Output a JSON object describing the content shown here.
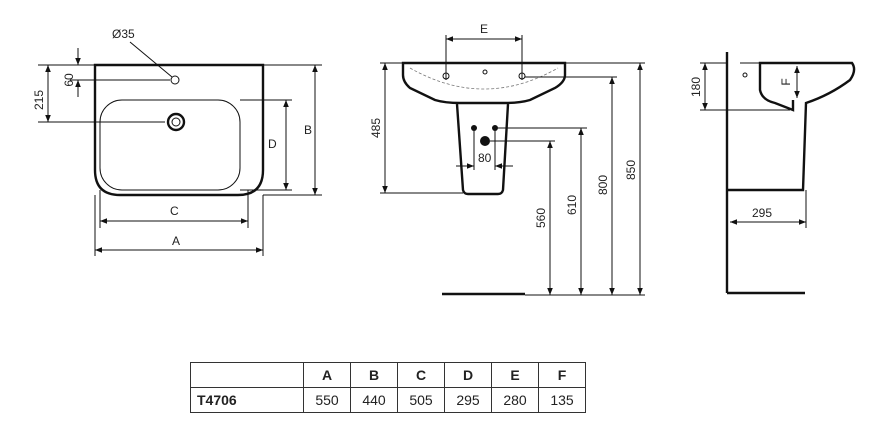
{
  "front_view": {
    "hole_label": "Ø35",
    "dim_60": "60",
    "dim_215": "215",
    "dim_A": "A",
    "dim_B": "B",
    "dim_C": "C",
    "dim_D": "D"
  },
  "elevation_view": {
    "dim_E": "E",
    "dim_485": "485",
    "dim_80": "80",
    "dim_560": "560",
    "dim_610": "610",
    "dim_800": "800",
    "dim_850": "850"
  },
  "side_view": {
    "dim_180": "180",
    "dim_F": "F",
    "dim_295": "295"
  },
  "table": {
    "headers": [
      "",
      "A",
      "B",
      "C",
      "D",
      "E",
      "F"
    ],
    "rows": [
      [
        "T4706",
        "550",
        "440",
        "505",
        "295",
        "280",
        "135"
      ]
    ]
  }
}
